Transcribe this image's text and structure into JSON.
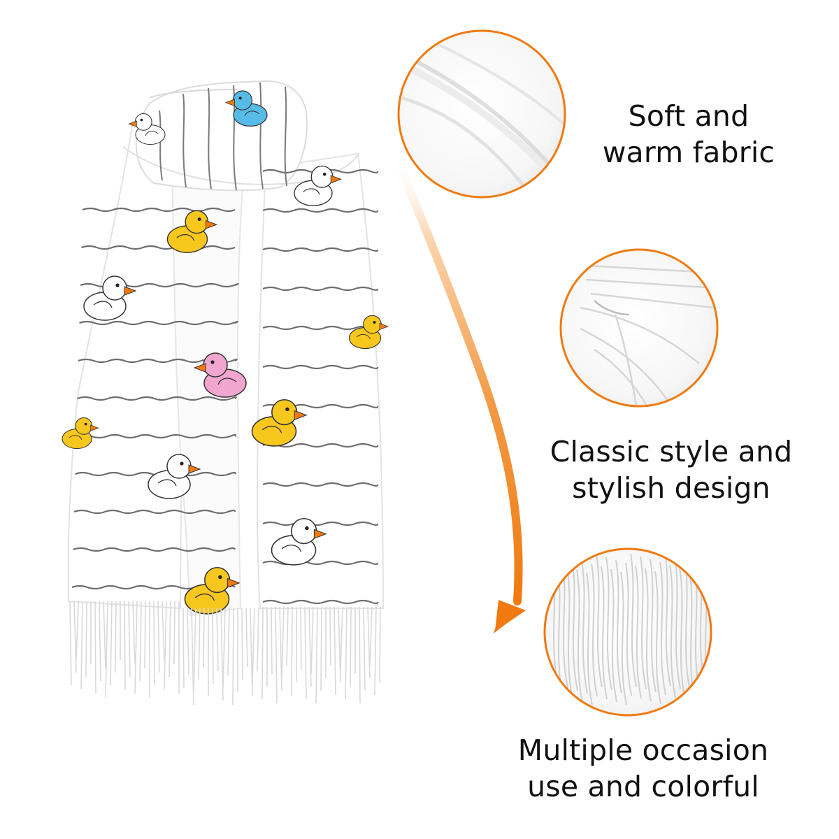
{
  "colors": {
    "accent": "#f07a10",
    "accent_light": "#fbd6b1",
    "duck_yellow": "#f7c71e",
    "duck_pink": "#f0a6cf",
    "duck_blue": "#57bbe8",
    "stripe": "#6e6e6e",
    "fabric": "#ffffff"
  },
  "features": [
    {
      "lines": [
        "Soft and",
        "warm fabric"
      ]
    },
    {
      "lines": [
        "Classic style and",
        "stylish design"
      ]
    },
    {
      "lines": [
        "Multiple occasion",
        "use and colorful"
      ]
    }
  ],
  "icons": [
    "scarf-product-image",
    "arrow-down-icon",
    "fabric-closeup-soft",
    "fabric-closeup-fold",
    "fabric-closeup-tassels"
  ]
}
